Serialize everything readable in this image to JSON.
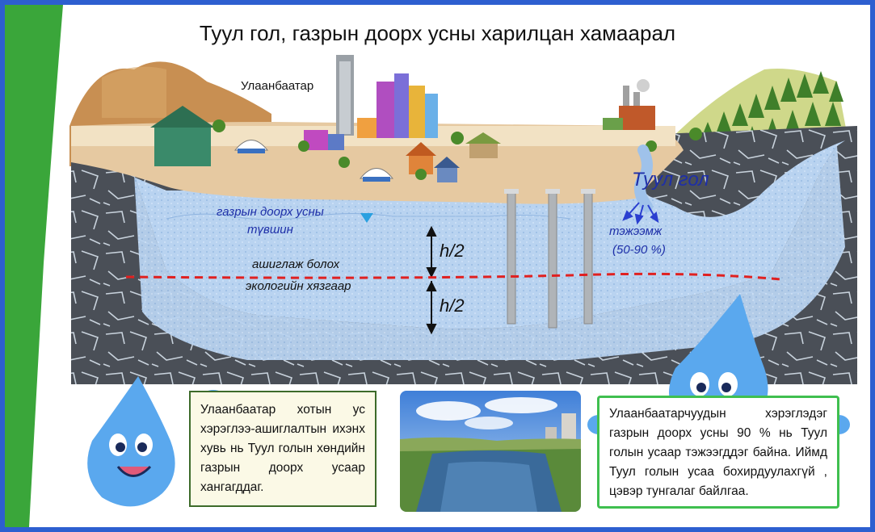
{
  "title": "Туул гол, газрын доорх усны харилцан хамаарал",
  "labels": {
    "city": "Улаанбаатар",
    "river": "Туул гол",
    "groundwater_level_line1": "газрын доорх усны",
    "groundwater_level_line2": "түвшин",
    "half_top": "h/2",
    "half_bottom": "h/2",
    "limit_line1": "ашиглаж болох",
    "limit_line2": "экологийн хязгаар",
    "recharge_line1": "тэжээмж",
    "recharge_line2": "(50-90 %)"
  },
  "box_left": {
    "text": "Улаанбаатар хотын ус хэрэглээ-ашиглалтын ихэнх хувь нь Туул голын хөндийн газрын доорх усаар хангагддаг."
  },
  "box_right": {
    "text": "Улаанбаатарчуудын хэрэглэдэг газрын доорх усны 90 % нь Туул голын усаар тэжээгддэг байна. Иймд Туул голын усаа бохирдуулахгүй , цэвэр тунгалаг байлгаа."
  },
  "colors": {
    "frame": "#2d5fd0",
    "green_strip": "#3aa63a",
    "ground_water": "#b9d3f0",
    "sand": "#e6c9a1",
    "rock": "#4a4f57",
    "limit_line": "#e02020"
  },
  "icons": [
    "water-drop-mascot-icon",
    "city-buildings-icon",
    "factory-icon",
    "yurt-icon",
    "house-icon",
    "forest-icon",
    "well-pipe-icon",
    "flow-arrow-icon"
  ]
}
